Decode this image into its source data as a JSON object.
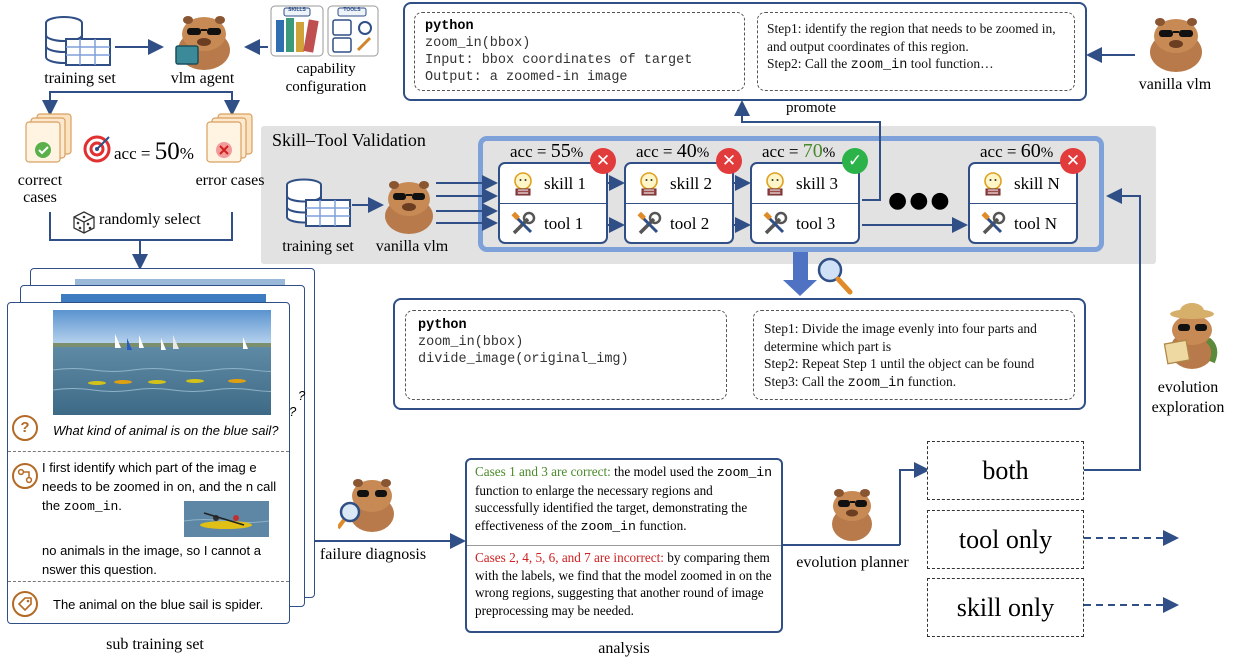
{
  "labels": {
    "training_set_top": "training set",
    "vlm_agent": "vlm agent",
    "capability_configuration": "capability configuration",
    "skills_tag": "SKILLS",
    "tools_tag": "TOOLS",
    "vanilla_vlm_top": "vanilla vlm",
    "correct_cases": "correct cases",
    "error_cases": "error cases",
    "acc_main_prefix": "acc = ",
    "acc_main_value": "50",
    "acc_main_unit": "%",
    "randomly_select": "randomly select",
    "promote": "promote",
    "validation_title": "Skill–Tool Validation",
    "training_set_mid": "training set",
    "vanilla_vlm_mid": "vanilla vlm",
    "evolution_exploration": "evolution exploration",
    "failure_diagnosis": "failure diagnosis",
    "evolution_planner": "evolution planner",
    "analysis": "analysis",
    "sub_training_set": "sub training set",
    "ellipsis": "●●●"
  },
  "top_code": {
    "lang": "python",
    "lines": [
      "zoom_in(bbox)",
      "Input: bbox coordinates of target",
      "Output: a zoomed-in image"
    ]
  },
  "top_steps": {
    "step1": "Step1: identify the region that needs to be zoomed in, and output coordinates of this region.",
    "step2_a": "Step2: Call the ",
    "step2_code": "zoom_in",
    "step2_b": " tool function…"
  },
  "mid_code": {
    "lang": "python",
    "lines": [
      "zoom_in(bbox)",
      "divide_image(original_img)"
    ]
  },
  "mid_steps": {
    "step1": "Step1: Divide the image evenly into four parts and determine which part is",
    "step2": "Step2: Repeat Step 1 until the object can be found",
    "step3_a": "Step3: Call the ",
    "step3_code": "zoom_in",
    "step3_b": " function."
  },
  "candidates": [
    {
      "acc_prefix": "acc = ",
      "acc_value": "55",
      "unit": "%",
      "skill": "skill 1",
      "tool": "tool 1",
      "pass": false
    },
    {
      "acc_prefix": "acc = ",
      "acc_value": "40",
      "unit": "%",
      "skill": "skill 2",
      "tool": "tool 2",
      "pass": false
    },
    {
      "acc_prefix": "acc = ",
      "acc_value": "70",
      "unit": "%",
      "skill": "skill 3",
      "tool": "tool 3",
      "pass": true
    },
    {
      "acc_prefix": "acc = ",
      "acc_value": "60",
      "unit": "%",
      "skill": "skill N",
      "tool": "tool N",
      "pass": false
    }
  ],
  "badges": {
    "fail": "✕",
    "pass": "✓"
  },
  "options": [
    "both",
    "tool only",
    "skill only"
  ],
  "analysis_text": {
    "correct_head": "Cases 1 and 3 are correct:",
    "correct_a": " the model used the ",
    "correct_code1": "zoom_in",
    "correct_b": " function to enlarge the necessary regions and successfully identified the target, demonstrating the effectiveness of the ",
    "correct_code2": "zoom_in",
    "correct_c": " function.",
    "incorrect_head": "Cases 2, 4, 5, 6, and 7 are incorrect:",
    "incorrect_body": " by comparing them with the labels, we find that the model zoomed in on the wrong regions, suggesting that another round of image preprocessing may be needed."
  },
  "sample": {
    "question": "What kind of animal is on the blue sail?",
    "reason_a": "I first identify which part of the imag e needs to be zoomed in on, and the n call the ",
    "reason_code": "zoom_in",
    "reason_b": ".",
    "reason_c": "no animals in the image, so I cannot a nswer this question.",
    "answer": "The animal on the blue sail is spider.",
    "back_q1": "?",
    "back_q2": "?"
  },
  "colors": {
    "arrow": "#2f4f86",
    "panel_border": "#7ea1da",
    "fail": "#e23b3b",
    "pass": "#2bb34a",
    "correct_text": "#4a8a2c",
    "incorrect_text": "#d02020",
    "acc70": "#4a8a2c"
  }
}
